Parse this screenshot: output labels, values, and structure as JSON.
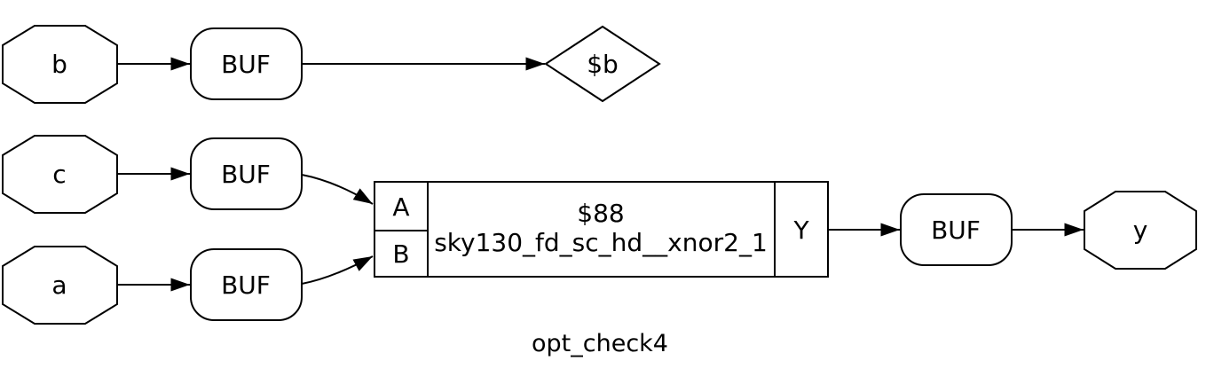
{
  "diagram": {
    "title": "opt_check4",
    "nodes": {
      "input_b": "b",
      "input_c": "c",
      "input_a": "a",
      "output_y": "y",
      "buf_b": "BUF",
      "buf_c": "BUF",
      "buf_a": "BUF",
      "buf_y": "BUF",
      "signal_b": "$b",
      "cell": {
        "instance": "$88",
        "type": "sky130_fd_sc_hd__xnor2_1",
        "port_a": "A",
        "port_b": "B",
        "port_y": "Y"
      }
    },
    "connections": [
      "b -> BUF",
      "BUF -> $b",
      "c -> BUF",
      "BUF -> $88.A",
      "a -> BUF",
      "BUF -> $88.B",
      "$88.Y -> BUF",
      "BUF -> y"
    ],
    "colors": {
      "line": "#000000",
      "node_fill": "#ffffff",
      "background": "#ffffff"
    }
  }
}
